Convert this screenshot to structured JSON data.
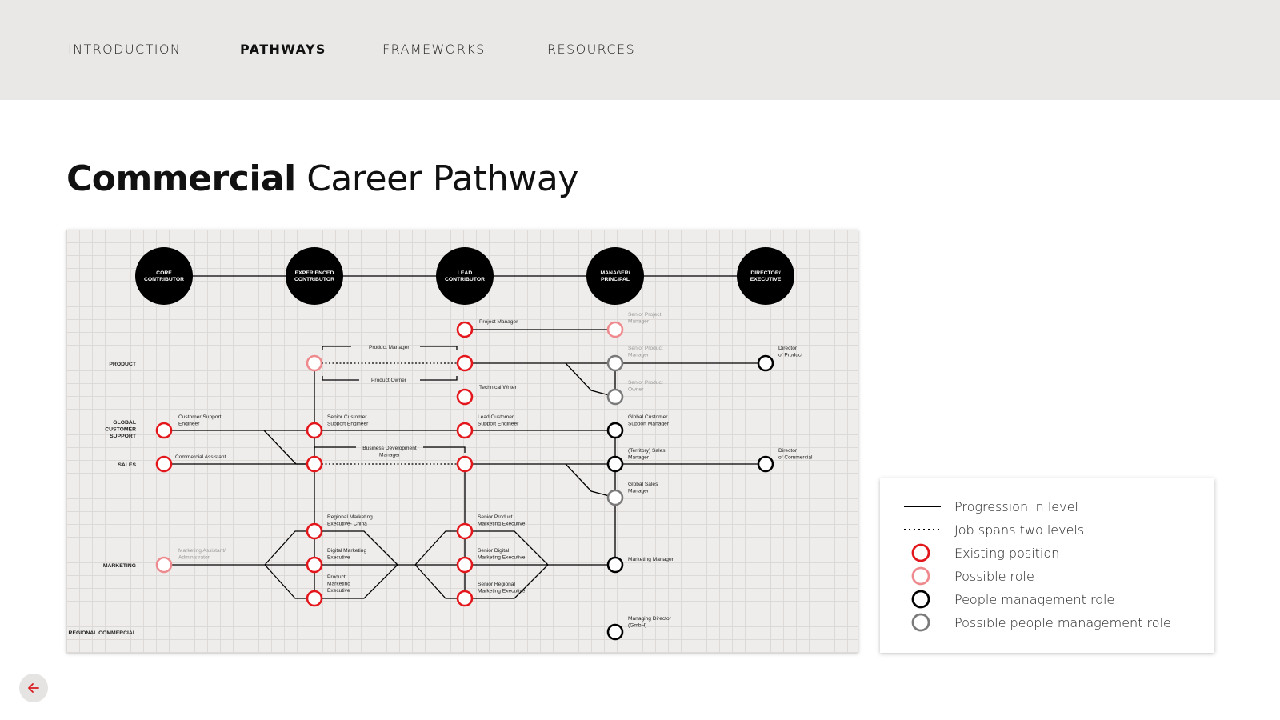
{
  "nav": {
    "items": [
      {
        "label": "INTRODUCTION"
      },
      {
        "label": "PATHWAYS"
      },
      {
        "label": "FRAMEWORKS"
      },
      {
        "label": "RESOURCES"
      }
    ]
  },
  "title": {
    "bold": "Commercial",
    "rest": " Career Pathway"
  },
  "diagram": {
    "levels": [
      [
        "CORE",
        "CONTRIBUTOR"
      ],
      [
        "EXPERIENCED",
        "CONTRIBUTOR"
      ],
      [
        "LEAD",
        "CONTRIBUTOR"
      ],
      [
        "MANAGER/",
        "PRINCIPAL"
      ],
      [
        "DIRECTOR/",
        "EXECUTIVE"
      ]
    ],
    "streams": [
      [
        "PRODUCT"
      ],
      [
        "GLOBAL",
        "CUSTOMER",
        "SUPPORT"
      ],
      [
        "SALES"
      ],
      [
        "MARKETING"
      ],
      [
        "REGIONAL COMMERCIAL"
      ]
    ],
    "roles": [
      [
        "Project Manager"
      ],
      [
        "Senior Project",
        "Manager"
      ],
      [
        "Product Manager"
      ],
      [
        "Senior Product",
        "Manager"
      ],
      [
        "Director",
        "of Product"
      ],
      [
        "Product Owner"
      ],
      [
        "Senior Product",
        "Owner"
      ],
      [
        "Technical Writer"
      ],
      [
        "Customer Support",
        "Engineer"
      ],
      [
        "Senior Customer",
        "Support Engineer"
      ],
      [
        "Lead Customer",
        "Support Engineer"
      ],
      [
        "Global Customer",
        "Support Manager"
      ],
      [
        "Commercial Assistant"
      ],
      [
        "Business Development",
        "Manager"
      ],
      [
        "(Territory) Sales",
        "Manager"
      ],
      [
        "Director",
        "of Commercial"
      ],
      [
        "Global Sales",
        "Manager"
      ],
      [
        "Regional Marketing",
        "Executive- China"
      ],
      [
        "Senior Product",
        "Marketing Executive"
      ],
      [
        "Marketing Assistant/",
        "Administrator"
      ],
      [
        "Digital Marketing",
        "Executive"
      ],
      [
        "Senior Digital",
        "Marketing Executive"
      ],
      [
        "Marketing Manager"
      ],
      [
        "Product",
        "Marketing",
        "Executive"
      ],
      [
        "Senior Regional",
        "Marketing Executive"
      ],
      [
        "Managing Director",
        "(GmbH)"
      ]
    ]
  },
  "legend": {
    "items": [
      {
        "label": "Progression in level",
        "type": "solid-line"
      },
      {
        "label": "Job spans two levels",
        "type": "dotted-line"
      },
      {
        "label": "Existing position",
        "type": "node",
        "color": "#e3161b"
      },
      {
        "label": "Possible role",
        "type": "node",
        "color": "#ee8a8d"
      },
      {
        "label": "People management role",
        "type": "node",
        "color": "#000000"
      },
      {
        "label": "Possible people management role",
        "type": "node",
        "color": "#7a7a7a"
      }
    ]
  },
  "colors": {
    "existing": "#e3161b",
    "possible": "#ee8a8d",
    "management": "#000000",
    "possible_management": "#7a7a7a",
    "back_arrow": "#d9181e"
  },
  "icons": {
    "back": "arrow-left-icon"
  }
}
